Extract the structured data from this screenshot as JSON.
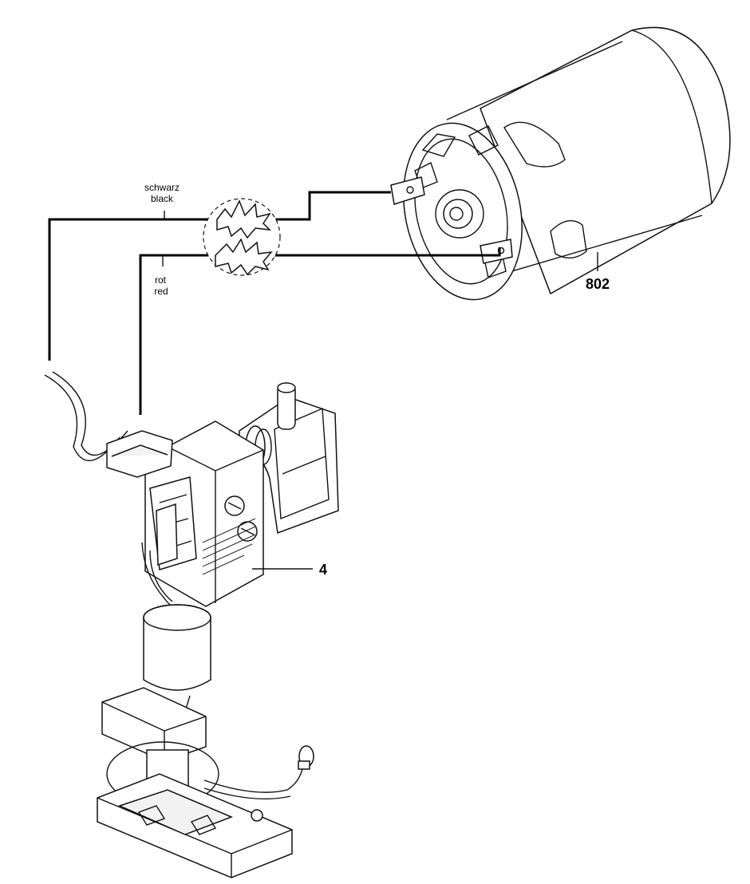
{
  "wire_labels": {
    "black_de": "schwarz",
    "black_en": "black",
    "red_de": "rot",
    "red_en": "red"
  },
  "callouts": {
    "motor": "802",
    "switch": "4"
  },
  "icons": [
    "dc-motor-icon",
    "trigger-switch-icon",
    "connection-starburst-icon",
    "led-lamp-icon"
  ]
}
